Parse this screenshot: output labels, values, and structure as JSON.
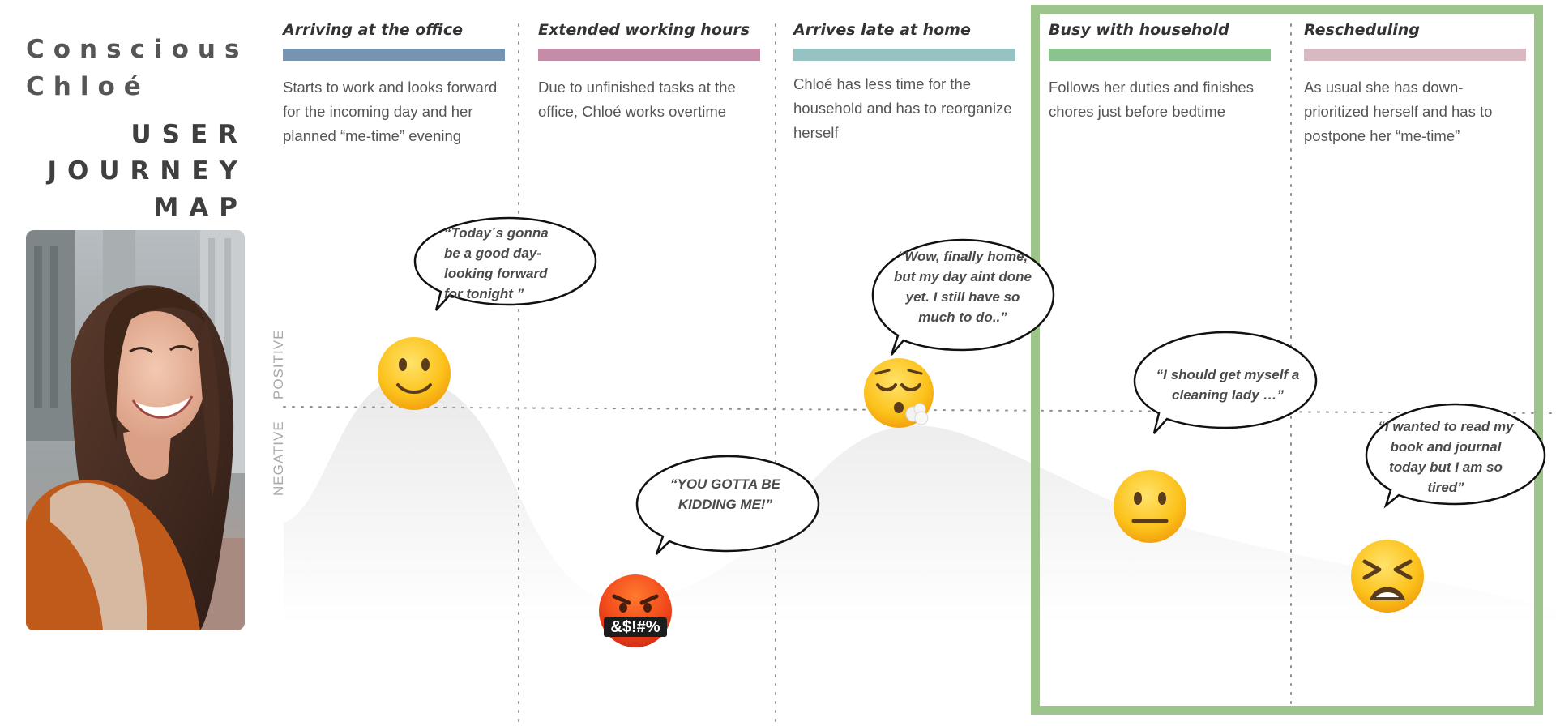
{
  "persona": {
    "first_name": "Conscious",
    "last_name": "Chloé"
  },
  "title": {
    "line1": "USER",
    "line2": "JOURNEY",
    "line3": "MAP"
  },
  "axis": {
    "positive": "POSITIVE",
    "negative": "NEGATIVE"
  },
  "phases": [
    {
      "title": "Arriving at the office",
      "color": "#7693b2",
      "description": "Starts to work and looks forward for the incoming day and her planned “me-time” evening"
    },
    {
      "title": "Extended working hours",
      "color": "#c48ca6",
      "description": "Due to unfinished tasks at the office, Chloé works overtime"
    },
    {
      "title": "Arrives late at home",
      "color": "#96c2c4",
      "description": "Chloé has less time for the household and has to reorganize herself"
    },
    {
      "title": "Busy with household",
      "color": "#8bc390",
      "description": "Follows her duties and finishes chores just before bedtime"
    },
    {
      "title": "Rescheduling",
      "color": "#d8b9c2",
      "description": "As usual she has down-prioritized herself and has to postpone her “me-time”"
    }
  ],
  "quotes": [
    "“Today´s gonna be a good day- looking forward for tonight ”",
    "“YOU GOTTA BE KIDDING ME!”",
    "“Wow, finally home, but my day aint done yet. I still have so much to do..”",
    "“I should get myself a cleaning lady …”",
    "“I wanted to read my book and journal today but I am so tired”"
  ],
  "emotions": [
    {
      "name": "slightly-smiling-face-icon",
      "level": 0.6
    },
    {
      "name": "enraged-face-with-symbols-icon",
      "level": -2.5
    },
    {
      "name": "face-exhaling-icon",
      "level": 0.3
    },
    {
      "name": "neutral-face-icon",
      "level": -1.2
    },
    {
      "name": "tired-face-icon",
      "level": -2.1
    }
  ],
  "emoji_text": {
    "symbols": "&$!#%"
  },
  "colors": {
    "highlight": "#9dc48a",
    "text": "#444444"
  }
}
